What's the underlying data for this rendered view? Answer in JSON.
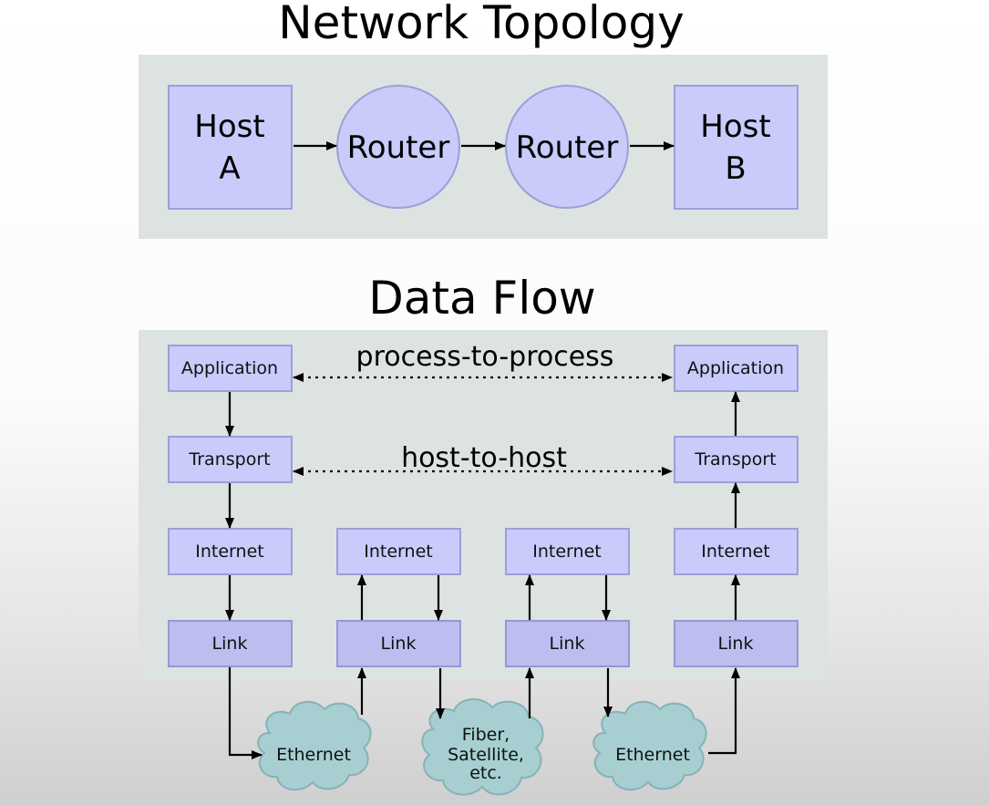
{
  "titles": {
    "topology": "Network Topology",
    "flow": "Data Flow"
  },
  "topology": {
    "host_a": [
      "Host",
      "A"
    ],
    "router_1": "Router",
    "router_2": "Router",
    "host_b": [
      "Host",
      "B"
    ]
  },
  "flow": {
    "app_left": "Application",
    "app_right": "Application",
    "transport_left": "Transport",
    "transport_right": "Transport",
    "internet_1": "Internet",
    "internet_2": "Internet",
    "internet_3": "Internet",
    "internet_4": "Internet",
    "link_1": "Link",
    "link_2": "Link",
    "link_3": "Link",
    "link_4": "Link",
    "process_label": "process-to-process",
    "host_label": "host-to-host"
  },
  "media": {
    "ethernet_left": "Ethernet",
    "fiber": [
      "Fiber,",
      "Satellite,",
      "etc."
    ],
    "ethernet_right": "Ethernet"
  },
  "colors": {
    "panel": "#dde3e1",
    "box": "#c9cbfb",
    "link_box": "#bcbef0",
    "cloud": "#a7cfd2"
  }
}
